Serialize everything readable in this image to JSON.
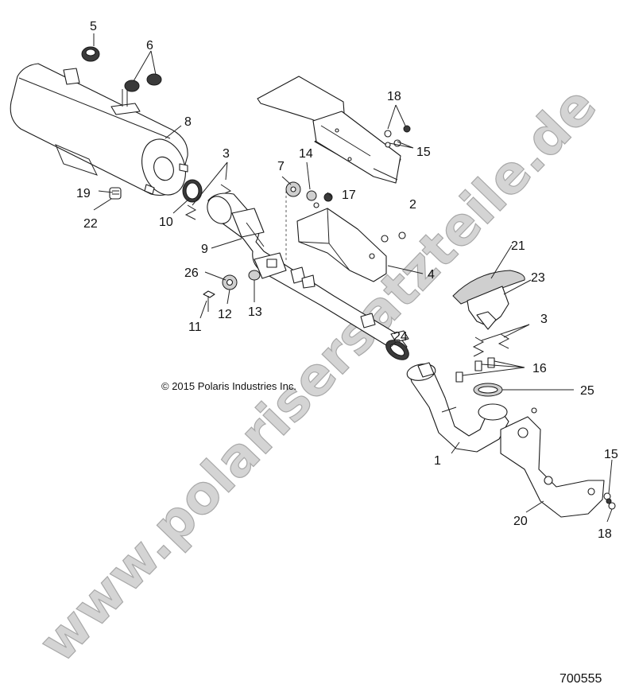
{
  "watermark": "www.polarisersatzteile.de",
  "copyright": "© 2015 Polaris Industries Inc.",
  "diagram_id": "700555",
  "callouts": [
    "5",
    "6",
    "8",
    "3",
    "19",
    "22",
    "10",
    "9",
    "26",
    "11",
    "12",
    "13",
    "7",
    "14",
    "17",
    "18",
    "15",
    "2",
    "4",
    "21",
    "23",
    "3",
    "24",
    "16",
    "25",
    "1",
    "15",
    "20",
    "18"
  ],
  "colors": {
    "ink": "#1a1a1a",
    "watermark": "#d4d4d4"
  }
}
